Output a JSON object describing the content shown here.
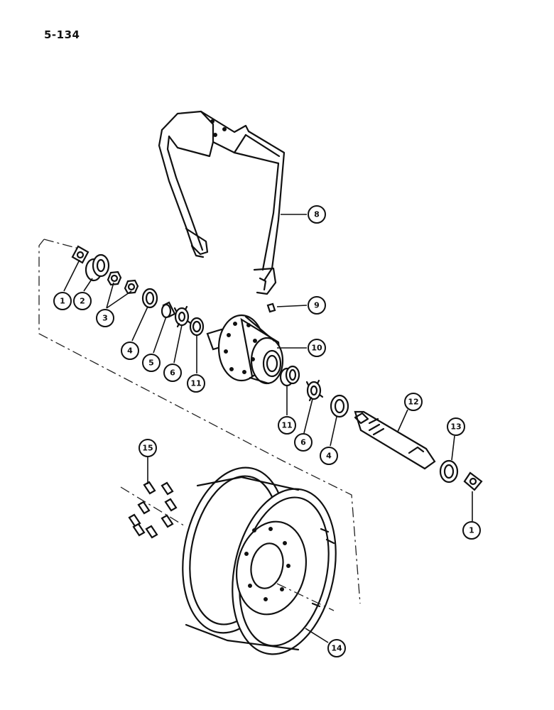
{
  "page_number": "5-134",
  "callouts": {
    "c1a": "1",
    "c2": "2",
    "c3": "3",
    "c4a": "4",
    "c5": "5",
    "c6a": "6",
    "c11a": "11",
    "c8": "8",
    "c9": "9",
    "c10": "10",
    "c11b": "11",
    "c6b": "6",
    "c4b": "4",
    "c12": "12",
    "c13": "13",
    "c1b": "1",
    "c15": "15",
    "c14": "14"
  }
}
